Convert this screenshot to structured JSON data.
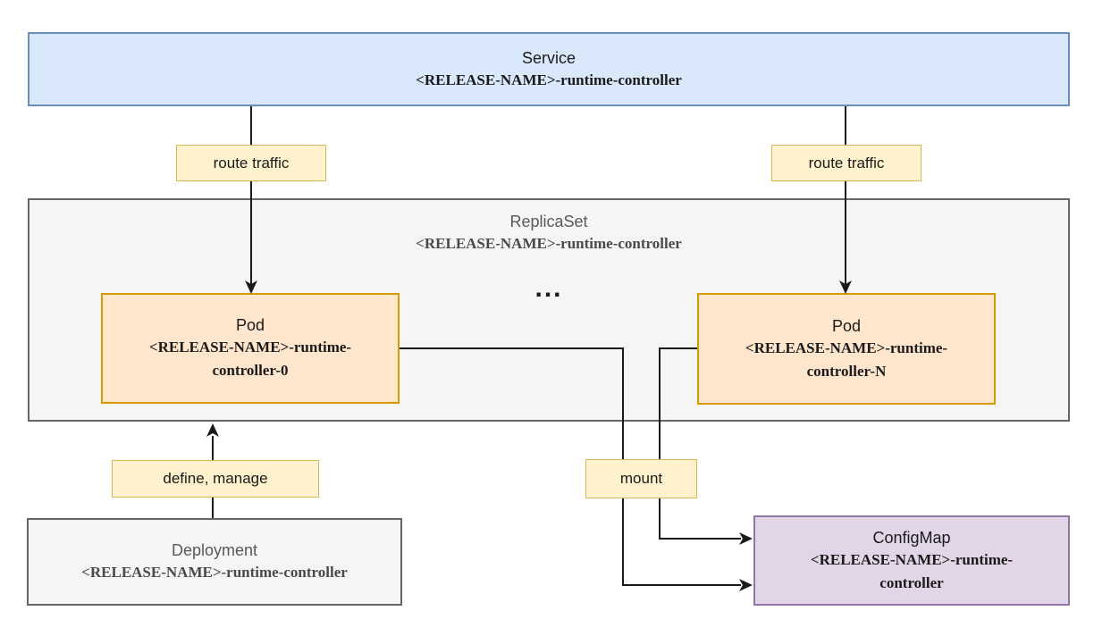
{
  "diagram": {
    "kind": "kubernetes-architecture-diagram",
    "nodes": {
      "service": {
        "title": "Service",
        "subtitle": "<RELEASE-NAME>-runtime-controller",
        "fill": "#dae8fc",
        "border": "#6c8ebf"
      },
      "replicaset": {
        "title": "ReplicaSet",
        "subtitle": "<RELEASE-NAME>-runtime-controller",
        "fill": "#f5f5f5",
        "border": "#666666"
      },
      "pod_left": {
        "title": "Pod",
        "subtitle": "<RELEASE-NAME>-runtime-controller-0",
        "fill": "#ffe6cc",
        "border": "#d79b00"
      },
      "pod_right": {
        "title": "Pod",
        "subtitle": "<RELEASE-NAME>-runtime-controller-N",
        "fill": "#ffe6cc",
        "border": "#d79b00"
      },
      "deployment": {
        "title": "Deployment",
        "subtitle": "<RELEASE-NAME>-runtime-controller",
        "fill": "#f5f5f5",
        "border": "#666666"
      },
      "configmap": {
        "title": "ConfigMap",
        "subtitle": "<RELEASE-NAME>-runtime-controller",
        "fill": "#e1d5e7",
        "border": "#9673a6"
      }
    },
    "ellipsis": "...",
    "edge_labels": {
      "route_traffic_left": "route traffic",
      "route_traffic_right": "route traffic",
      "define_manage": "define, manage",
      "mount": "mount"
    },
    "edges": [
      {
        "from": "service",
        "to": "pod_left",
        "label": "route traffic"
      },
      {
        "from": "service",
        "to": "pod_right",
        "label": "route traffic"
      },
      {
        "from": "deployment",
        "to": "replicaset",
        "label": "define, manage"
      },
      {
        "from": "pod_left",
        "to": "configmap",
        "label": "mount"
      },
      {
        "from": "pod_right",
        "to": "configmap",
        "label": "mount"
      }
    ],
    "label_style": {
      "fill": "#fff2cc",
      "border": "#d6b656"
    },
    "edge_color": "#1a1a1a"
  }
}
